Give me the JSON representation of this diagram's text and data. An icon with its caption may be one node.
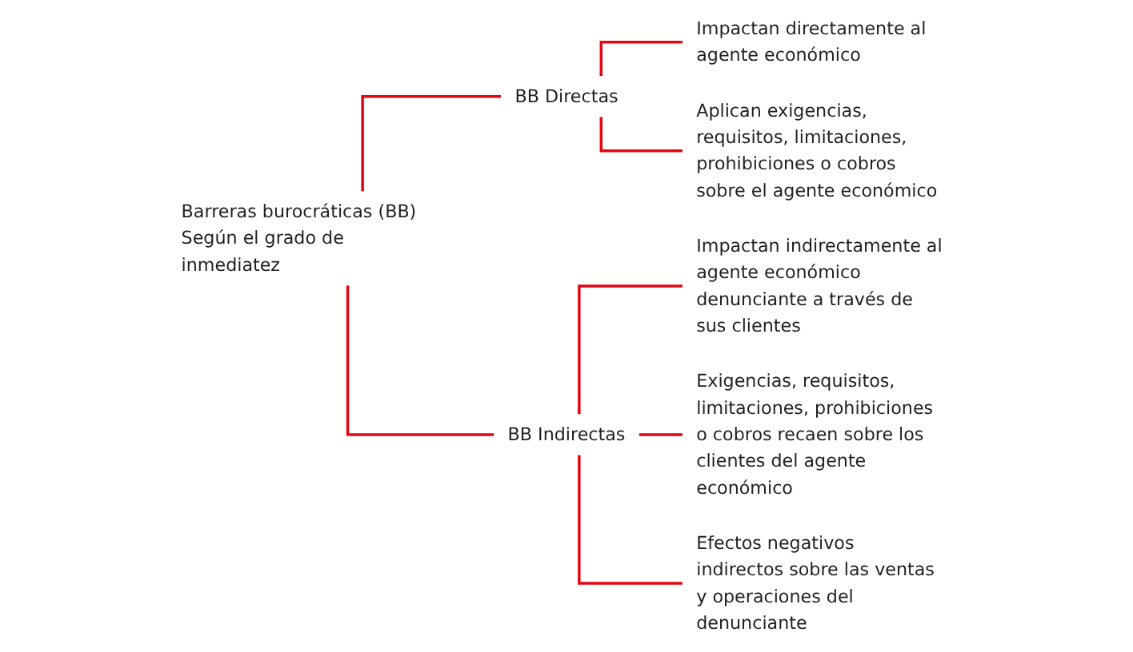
{
  "diagram": {
    "nodes": [
      {
        "text": [
          "Barreras burocráticas (BB) Según el grado de inmediatez"
        ]
      },
      {
        "text": [
          "BB Directas"
        ]
      },
      {
        "text": [
          "Impactan directamente al agente económico"
        ]
      },
      {
        "text": [
          "Aplican exigencias, requisitos, limitaciones, prohibiciones o cobros sobre el agente económico"
        ]
      },
      {
        "text": [
          "BB Indirectas"
        ]
      },
      {
        "text": [
          "Impactan indirectamente al agente económico denunciante a través de sus clientes"
        ]
      },
      {
        "text": [
          "Exigencias, requisitos, limitaciones, prohibiciones o cobros recaen sobre los clientes del agente económico"
        ]
      },
      {
        "text": [
          "Efectos negativos indirectos sobre las ventas y operaciones del denunciante"
        ]
      }
    ],
    "edges": [
      {
        "from": 0,
        "to": 1,
        "arrow": "none"
      },
      {
        "from": 1,
        "to": 2,
        "arrow": "none"
      },
      {
        "from": 1,
        "to": 3,
        "arrow": "none"
      },
      {
        "from": 0,
        "to": 4,
        "arrow": "none"
      },
      {
        "from": 4,
        "to": 5,
        "arrow": "none"
      },
      {
        "from": 4,
        "to": 6,
        "arrow": "none"
      },
      {
        "from": 4,
        "to": 7,
        "arrow": "none"
      }
    ]
  }
}
